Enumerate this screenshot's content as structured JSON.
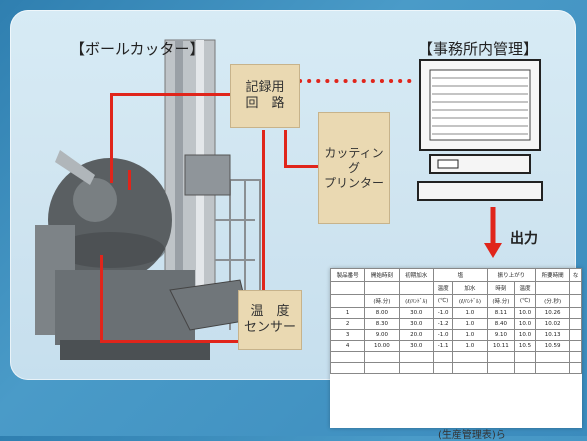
{
  "labels": {
    "ball_cutter": "【ボールカッター】",
    "office": "【事務所内管理】",
    "recording_circuit": "記録用\n回　路",
    "cutting_printer": "カッティング\nプリンター",
    "temp_sensor": "温　度\nセンサー",
    "output": "出力",
    "footer": "(生産管理表)ら"
  },
  "table": {
    "header1": [
      "製品番号",
      "開始時刻",
      "初期加水",
      "塩",
      "",
      "振り上がり",
      "",
      "所要時間",
      "な"
    ],
    "header2": [
      "",
      "",
      "",
      "温度",
      "加水",
      "時刻",
      "温度",
      "",
      ""
    ],
    "header3": [
      "",
      "(時.分)",
      "(ℓ/ﾊﾝﾄﾞﾙ)",
      "(℃)",
      "(ℓ/ﾊﾝﾄﾞﾙ)",
      "(時.分)",
      "(℃)",
      "(分.秒)",
      ""
    ],
    "rows": [
      [
        "1",
        "8.00",
        "30.0",
        "-1.0",
        "1.0",
        "8.11",
        "10.0",
        "10.26",
        ""
      ],
      [
        "2",
        "8.30",
        "30.0",
        "-1.2",
        "1.0",
        "8.40",
        "10.0",
        "10.02",
        ""
      ],
      [
        "3",
        "9.00",
        "20.0",
        "-1.0",
        "1.0",
        "9.10",
        "10.0",
        "10.13",
        ""
      ],
      [
        "4",
        "10.00",
        "30.0",
        "-1.1",
        "1.0",
        "10.11",
        "10.5",
        "10.59",
        ""
      ]
    ]
  },
  "colors": {
    "accent": "#e0251b",
    "box": "#ead9b2",
    "panel": "#d7ebf5"
  }
}
